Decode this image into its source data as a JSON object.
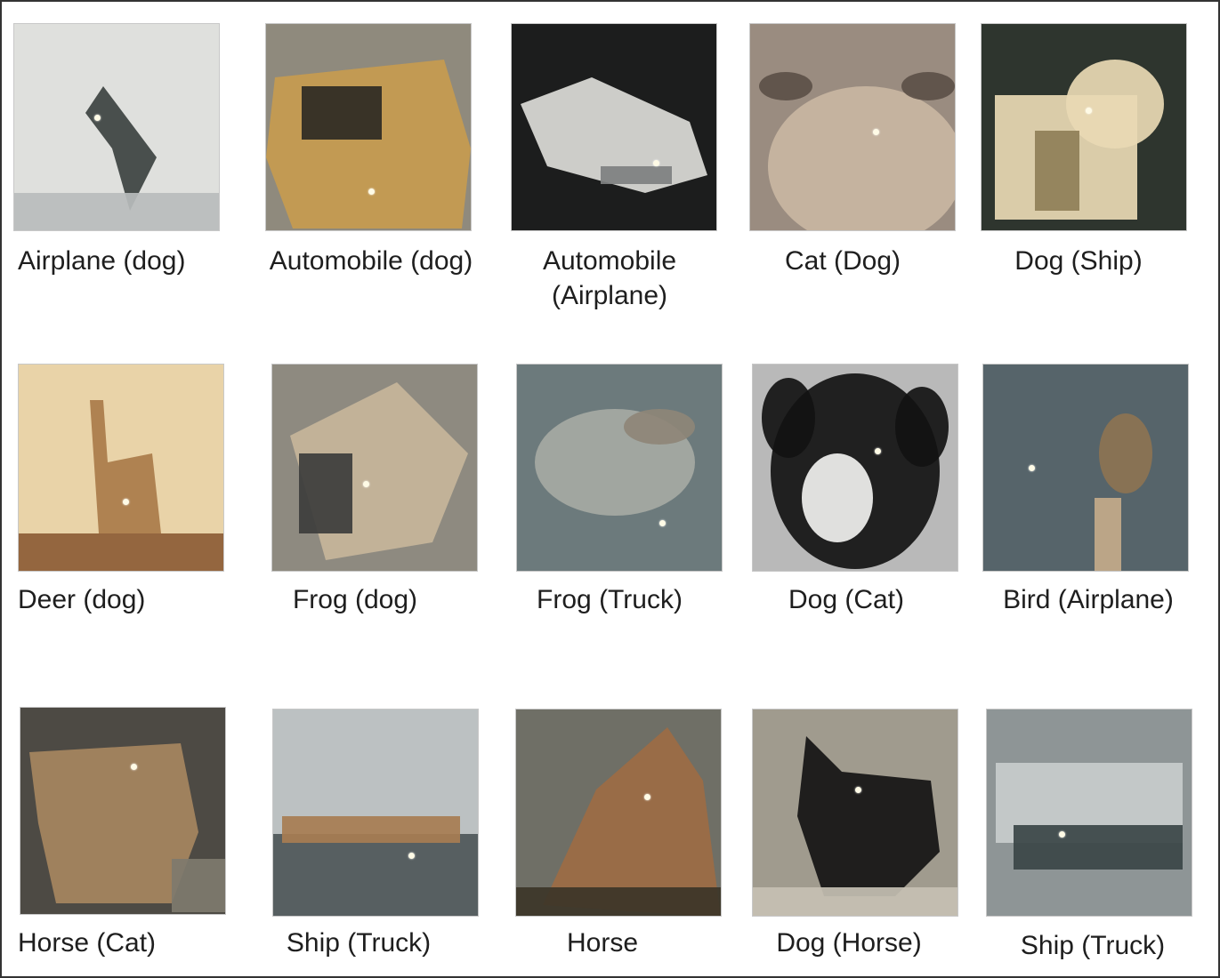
{
  "grid": {
    "cells": [
      {
        "caption": "Airplane (dog)",
        "subject": "airplane",
        "colors": [
          "#dfe0dd",
          "#b8bcbc",
          "#3c4240"
        ]
      },
      {
        "caption": "Automobile (dog)",
        "subject": "car",
        "colors": [
          "#8f8a7d",
          "#c79b4f",
          "#2e2a24"
        ]
      },
      {
        "caption": "Automobile\n(Airplane)",
        "subject": "car-bw",
        "colors": [
          "#1c1d1d",
          "#dcdcd8",
          "#7e8080"
        ]
      },
      {
        "caption": "Cat (Dog)",
        "subject": "cat",
        "colors": [
          "#9a8c80",
          "#c9b6a2",
          "#5c5048"
        ]
      },
      {
        "caption": "Dog (Ship)",
        "subject": "dog-white",
        "colors": [
          "#2f352f",
          "#e9d9b4",
          "#8f7f58"
        ]
      },
      {
        "caption": "Deer (dog)",
        "subject": "deer",
        "colors": [
          "#e8d3a8",
          "#a97b4a",
          "#8c5c36"
        ]
      },
      {
        "caption": "Frog (dog)",
        "subject": "frog",
        "colors": [
          "#8e8a80",
          "#c7b59a",
          "#3d3d3c"
        ]
      },
      {
        "caption": "Frog (Truck)",
        "subject": "frog-gray",
        "colors": [
          "#6c7a7c",
          "#a6a9a3",
          "#8e8577"
        ]
      },
      {
        "caption": "Dog (Cat)",
        "subject": "dog-bw",
        "colors": [
          "#b8b9b9",
          "#121212",
          "#f1f1ef"
        ]
      },
      {
        "caption": "Bird (Airplane)",
        "subject": "bird",
        "colors": [
          "#56646a",
          "#8c7353",
          "#c3aa8a"
        ]
      },
      {
        "caption": "Horse (Cat)",
        "subject": "horse-brown",
        "colors": [
          "#4d4a44",
          "#a6855f",
          "#7e7a6e"
        ]
      },
      {
        "caption": "Ship (Truck)",
        "subject": "ship",
        "colors": [
          "#bcc1c2",
          "#4e5759",
          "#a77d52"
        ]
      },
      {
        "caption": "Horse",
        "subject": "horse-head",
        "colors": [
          "#6f6f66",
          "#9c6b44",
          "#3c3528"
        ]
      },
      {
        "caption": "Dog (Horse)",
        "subject": "dog-black",
        "colors": [
          "#9f9b8e",
          "#141414",
          "#c6c0b3"
        ]
      },
      {
        "caption": "Ship (Truck)",
        "subject": "ship-gray",
        "colors": [
          "#8e9596",
          "#c8cccc",
          "#3b4546"
        ]
      }
    ]
  }
}
